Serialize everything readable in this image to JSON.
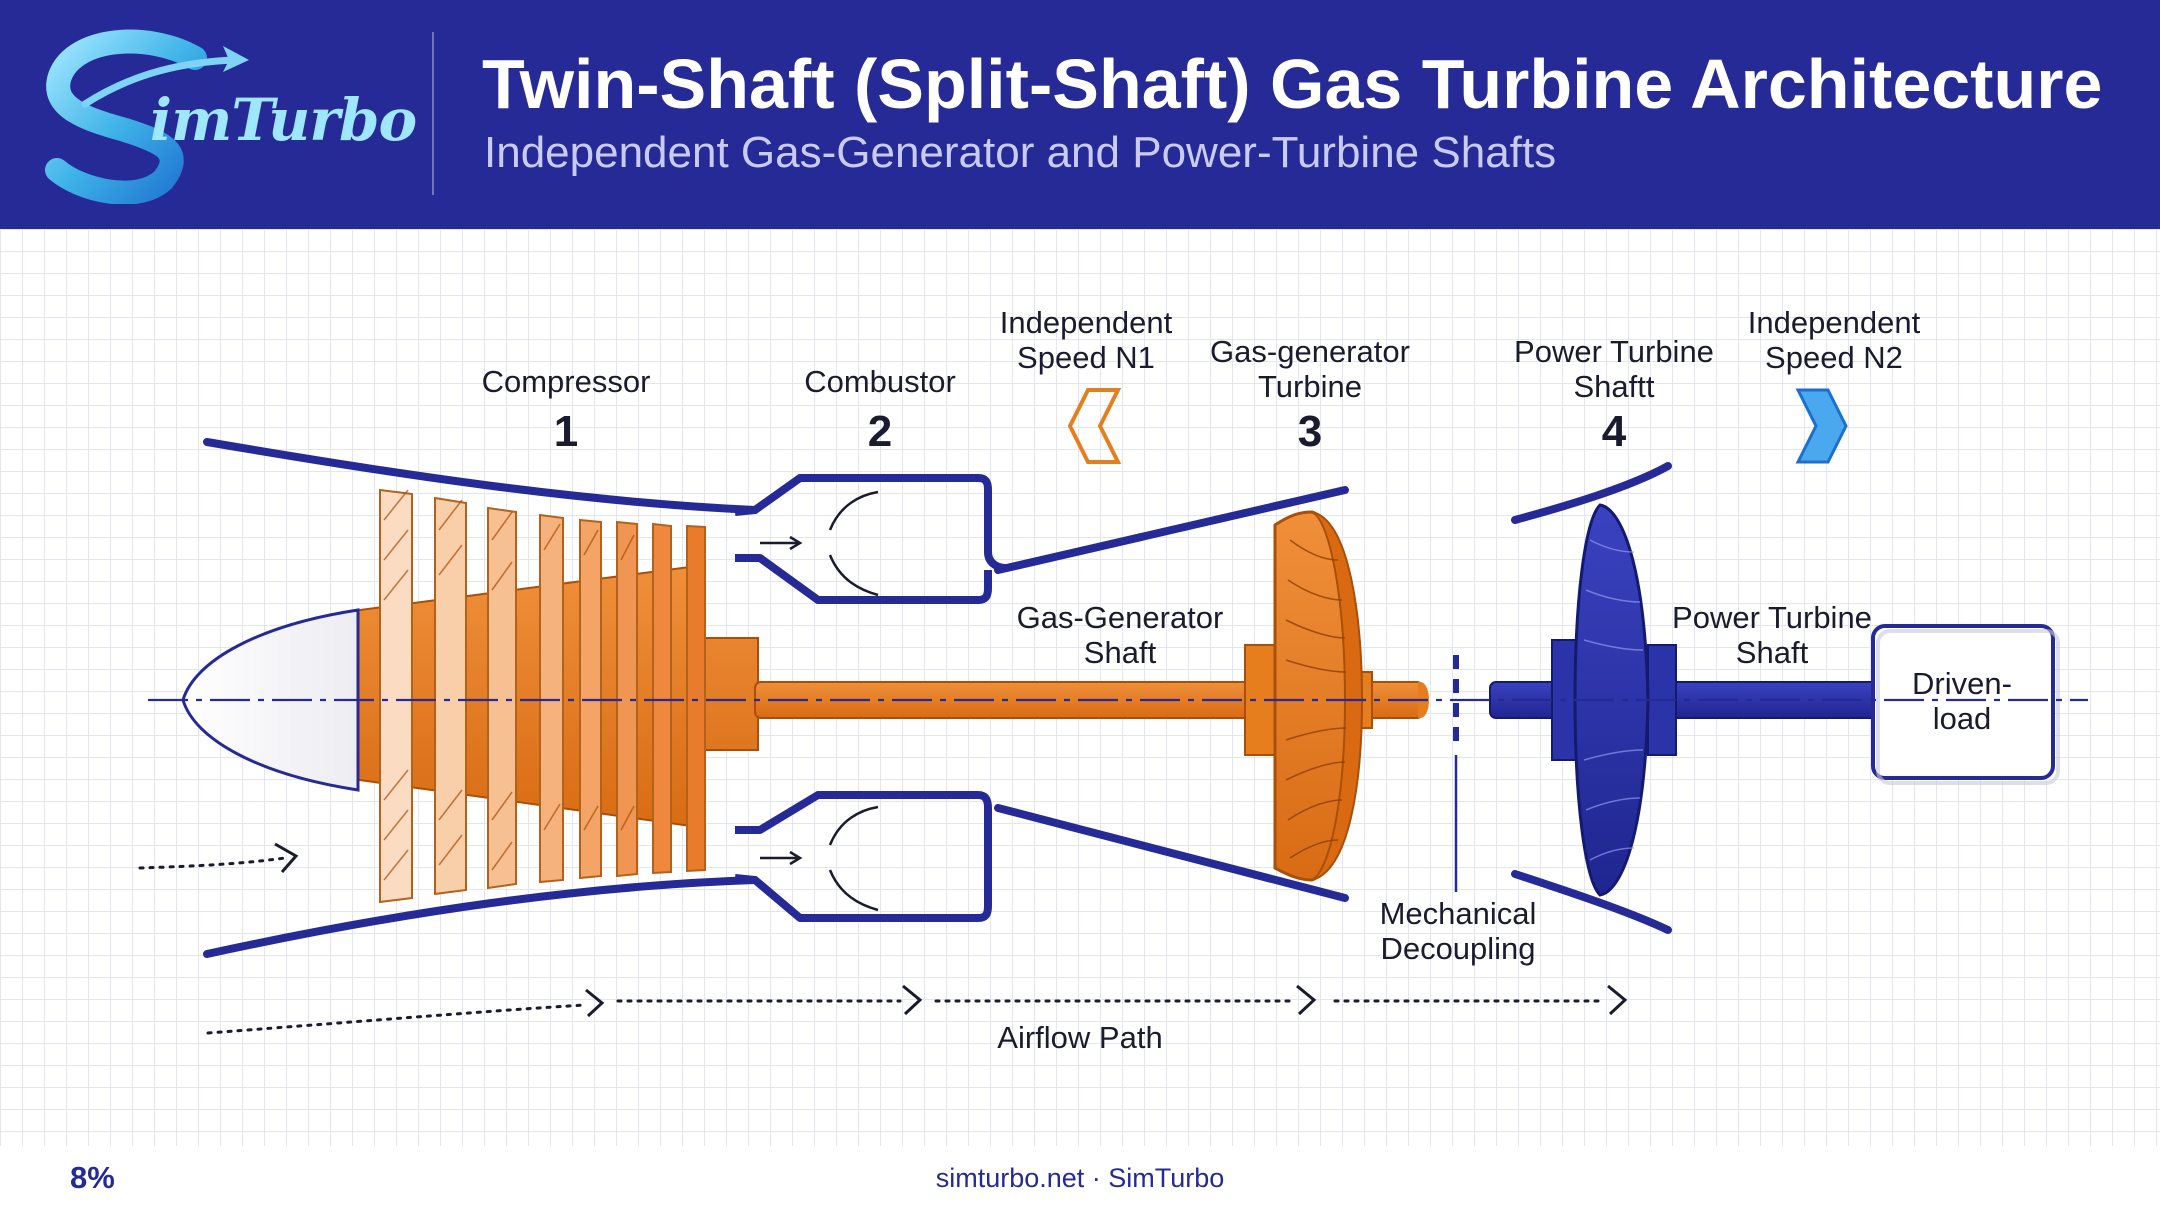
{
  "header": {
    "logo_text": "imTurbo",
    "title": "Twin-Shaft (Split-Shaft) Gas Turbine Architecture",
    "subtitle": "Independent Gas-Generator and Power-Turbine Shafts"
  },
  "diagram": {
    "stages": [
      {
        "label": "Compressor",
        "number": "1"
      },
      {
        "label": "Combustor",
        "number": "2"
      },
      {
        "label_line1": "Gas-generator",
        "label_line2": "Turbine",
        "number": "3"
      },
      {
        "label_line1": "Power Turbine",
        "label_line2": "Shaftt",
        "number": "4"
      }
    ],
    "speed_n1": {
      "line1": "Independent",
      "line2": "Speed N1"
    },
    "speed_n2": {
      "line1": "Independent",
      "line2": "Speed N2"
    },
    "gg_shaft": {
      "line1": "Gas-Generator",
      "line2": "Shaft"
    },
    "pt_shaft": {
      "line1": "Power Turbine",
      "line2": "Shaft"
    },
    "load": {
      "line1": "Driven-",
      "line2": "load"
    },
    "decoupling": {
      "line1": "Mechanical",
      "line2": "Decoupling"
    },
    "airflow": "Airflow Path",
    "colors": {
      "gas_generator": "#e67e1e",
      "power_turbine": "#2b33a8",
      "casing": "#262a96"
    }
  },
  "footer": {
    "progress": "8%",
    "credit": "simturbo.net · SimTurbo"
  }
}
